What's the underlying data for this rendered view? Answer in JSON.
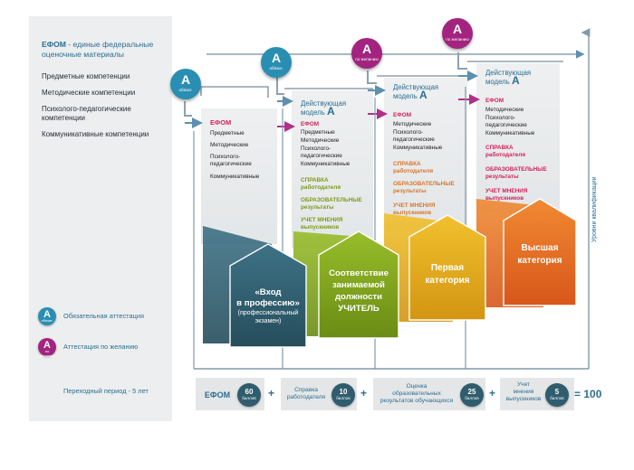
{
  "sidebar": {
    "title_accent": "ЕФОМ",
    "title_rest": " - единые федеральные оценочные материалы",
    "items": [
      {
        "label": "Предметные компетенции"
      },
      {
        "label": "Методические компетенции"
      },
      {
        "label": "Психолого-педагогические компетенции"
      },
      {
        "label": "Коммуникативные компетенции"
      }
    ],
    "legend": [
      {
        "badge": "А",
        "badge_sub": "обязат.",
        "label": "Обязательная аттестация"
      },
      {
        "badge": "А",
        "badge_sub": "по желанию",
        "label": "Аттестация по желанию"
      },
      {
        "label": "Переходный период - 5 лет"
      }
    ]
  },
  "colors": {
    "mandatory": "#2a8eb3",
    "optional": "#a3247f",
    "axis": "#7f9aac",
    "arrow": "#8fa1ad",
    "house_dark": "#2f5d6e",
    "house_green": "#7fa11b",
    "house_yellow": "#e0a91c",
    "house_orange": "#e46c25"
  },
  "badges": [
    {
      "letter": "А",
      "sub": "обязат."
    },
    {
      "letter": "А",
      "sub": "обязат."
    },
    {
      "letter": "А",
      "sub": "по желанию"
    },
    {
      "letter": "А",
      "sub": "по желанию"
    }
  ],
  "columns": [
    {
      "efom": "ЕФОМ",
      "lines": [
        "Предметные",
        "Методические",
        "Психолого-педагогические",
        "Коммуникативные"
      ]
    },
    {
      "title": "Действующая модель",
      "title_letter": "А",
      "efom": "ЕФОМ",
      "lines": [
        "Предметные",
        "Методические",
        "Психолого-педагогические",
        "Коммуникативные"
      ],
      "extra": [
        "СПРАВКА работодателя",
        "ОБРАЗОВАТЕЛЬНЫЕ результаты",
        "УЧЕТ МНЕНИЯ выпускников"
      ]
    },
    {
      "title": "Действующая модель",
      "title_letter": "А",
      "efom": "ЕФОМ",
      "lines": [
        "Методические",
        "Психолого-педагогические",
        "Коммуникативные"
      ],
      "extra": [
        "СПРАВКА работодателя",
        "ОБРАЗОВАТЕЛЬНЫЕ результаты",
        "УЧЕТ МНЕНИЯ выпускников"
      ]
    },
    {
      "title": "Действующая модель",
      "title_letter": "А",
      "efom": "ЕФОМ",
      "lines": [
        "Методические",
        "Психолого-педагогические",
        "Коммуникативные"
      ],
      "extra": [
        "СПРАВКА работодателя",
        "ОБРАЗОВАТЕЛЬНЫЕ результаты",
        "УЧЕТ МНЕНИЯ выпускников"
      ]
    }
  ],
  "houses": [
    {
      "lines": [
        "«Вход",
        "в профессию»"
      ],
      "sub": [
        "(профессиональный",
        "экзамен)"
      ]
    },
    {
      "lines": [
        "Соответствие",
        "занимаемой",
        "должности",
        "УЧИТЕЛЬ"
      ]
    },
    {
      "lines": [
        "Первая",
        "категория"
      ]
    },
    {
      "lines": [
        "Высшая",
        "категория"
      ]
    }
  ],
  "axis_label": "Уровни квалификации",
  "formula": {
    "items": [
      {
        "label": [
          "ЕФОМ"
        ],
        "points": "60",
        "unit": "баллов"
      },
      {
        "label": [
          "Справка",
          "работодателя"
        ],
        "points": "10",
        "unit": "баллов"
      },
      {
        "label": [
          "Оценка",
          "образовательных",
          "результатов обучающихся"
        ],
        "points": "25",
        "unit": "баллов"
      },
      {
        "label": [
          "Учет",
          "мнения",
          "выпускников"
        ],
        "points": "5",
        "unit": "баллов"
      }
    ],
    "plus": "+",
    "total": "= 100"
  }
}
